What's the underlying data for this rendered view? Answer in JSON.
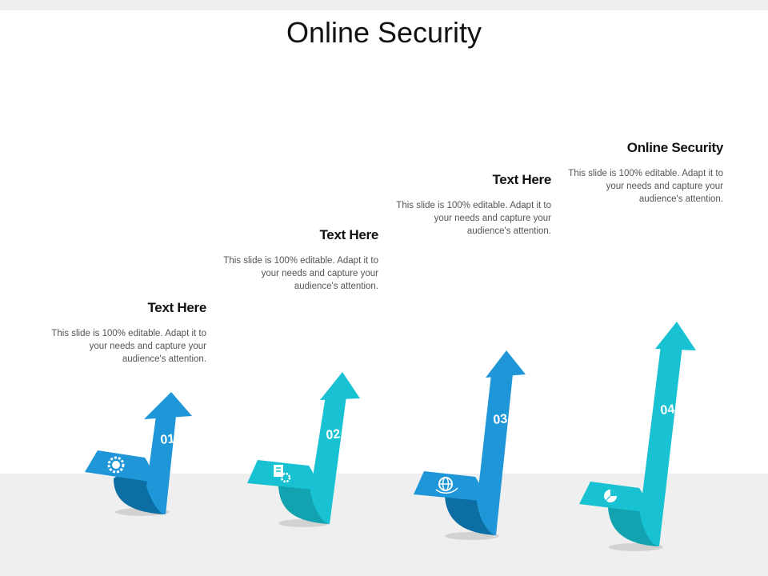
{
  "title": "Online Security",
  "blocks": [
    {
      "heading": "Text Here",
      "body": "This slide is 100% editable. Adapt it to your needs and capture your audience's attention."
    },
    {
      "heading": "Text Here",
      "body": "This slide is 100% editable. Adapt it to your needs and capture your audience's attention."
    },
    {
      "heading": "Text Here",
      "body": "This slide is 100% editable. Adapt it to your needs and capture your audience's attention."
    },
    {
      "heading": "Online Security",
      "body": "This slide is 100% editable. Adapt it to your needs and capture your audience's attention."
    }
  ],
  "steps": [
    {
      "number": "01",
      "icon": "gear-runner-icon",
      "color": "#1e96d8"
    },
    {
      "number": "02",
      "icon": "document-gear-icon",
      "color": "#18c2d2"
    },
    {
      "number": "03",
      "icon": "globe-network-icon",
      "color": "#1e96d8"
    },
    {
      "number": "04",
      "icon": "pie-chart-icon",
      "color": "#18c2d2"
    }
  ]
}
